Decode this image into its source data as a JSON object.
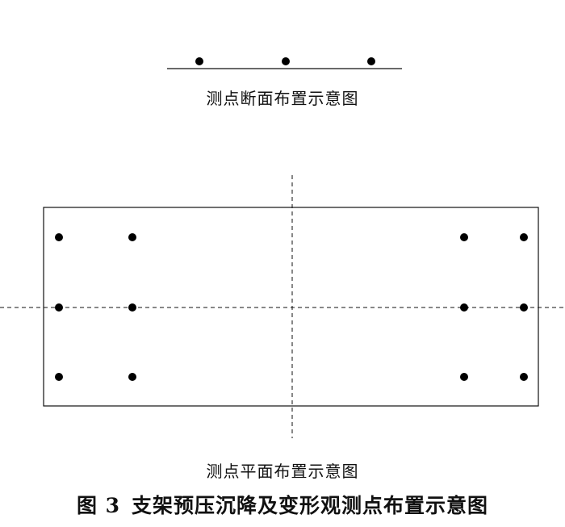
{
  "section_view": {
    "caption": "测点断面布置示意图",
    "point_count": 3
  },
  "plan_view": {
    "caption": "测点平面布置示意图",
    "rows": 3,
    "points_per_row": 4,
    "has_centerlines": true
  },
  "figure": {
    "label": "图 3",
    "title": "支架预压沉降及变形观测点布置示意图"
  },
  "colors": {
    "line": "#111111",
    "point": "#000000",
    "background": "#ffffff"
  }
}
